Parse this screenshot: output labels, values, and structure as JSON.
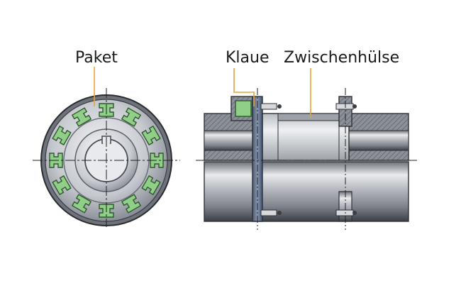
{
  "labels": {
    "paket": "Paket",
    "klaue": "Klaue",
    "zwischenhuelse": "Zwischenhülse"
  },
  "colors": {
    "label_text": "#1a1a1a",
    "leader_line": "#e8a33c",
    "elastomer": "#8fcf87",
    "metal_light": "#d9dbe0",
    "metal_mid": "#a9adb5",
    "metal_dark": "#4a4e57",
    "flange_blue": "#7c8aa3",
    "centerline": "#222222"
  }
}
